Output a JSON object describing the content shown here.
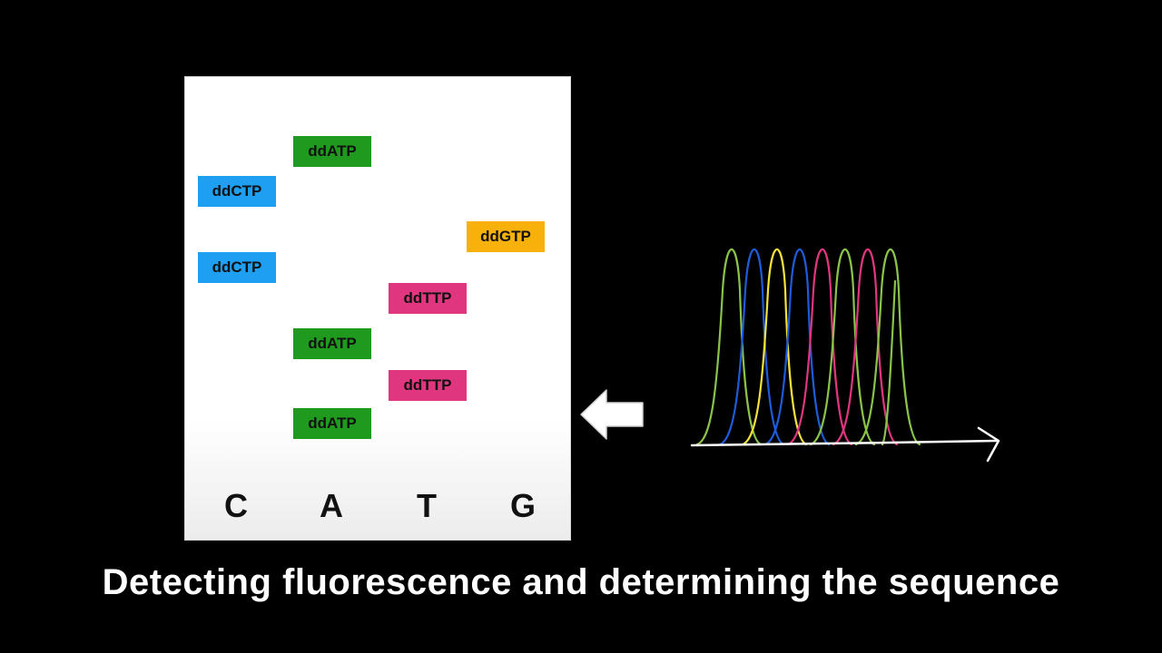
{
  "gel": {
    "bands": [
      {
        "label": "ddATP",
        "lane": "A",
        "color": "#1f9a1f"
      },
      {
        "label": "ddCTP",
        "lane": "C",
        "color": "#1e9ff2"
      },
      {
        "label": "ddGTP",
        "lane": "G",
        "color": "#f7b10a"
      },
      {
        "label": "ddCTP",
        "lane": "C",
        "color": "#1e9ff2"
      },
      {
        "label": "ddTTP",
        "lane": "T",
        "color": "#e0357f"
      },
      {
        "label": "ddATP",
        "lane": "A",
        "color": "#1f9a1f"
      },
      {
        "label": "ddTTP",
        "lane": "T",
        "color": "#e0357f"
      },
      {
        "label": "ddATP",
        "lane": "A",
        "color": "#1f9a1f"
      }
    ],
    "lanes": [
      "C",
      "A",
      "T",
      "G"
    ]
  },
  "arrow": {
    "icon": "left-arrow-icon",
    "color": "#ffffff"
  },
  "trace": {
    "peak_colors": [
      "#8bc34a",
      "#1e5bd8",
      "#f2e23a",
      "#1e5bd8",
      "#e0357f",
      "#8bc34a",
      "#e0357f",
      "#8bc34a"
    ],
    "axis_color": "#ffffff"
  },
  "caption": "Detecting fluorescence and determining the sequence"
}
